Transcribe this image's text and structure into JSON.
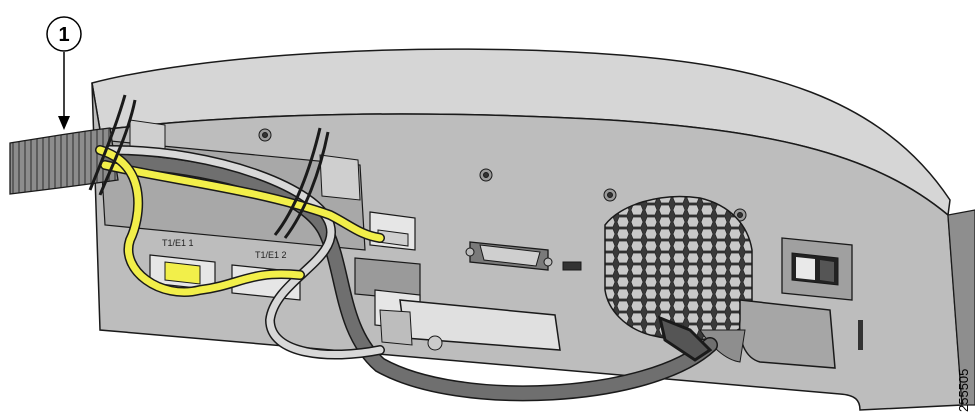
{
  "callout": {
    "number": "1"
  },
  "ports": {
    "t1e1_1": "T1/E1 1",
    "t1e1_2": "T1/E1 2"
  },
  "figure_id": "255505",
  "colors": {
    "chassis_top": "#d6d6d6",
    "chassis_face": "#bdbdbd",
    "chassis_dark": "#8e8e8e",
    "yellow_cable": "#f2ef4a",
    "gray_cable": "#6f6f6f",
    "light_cable": "#d8d8d8",
    "conduit": "#8a8a8a",
    "outline": "#1a1a1a"
  },
  "icons": [
    "power-switch-icon",
    "fan-grille-icon",
    "console-port-icon",
    "cable-tie-icon"
  ]
}
